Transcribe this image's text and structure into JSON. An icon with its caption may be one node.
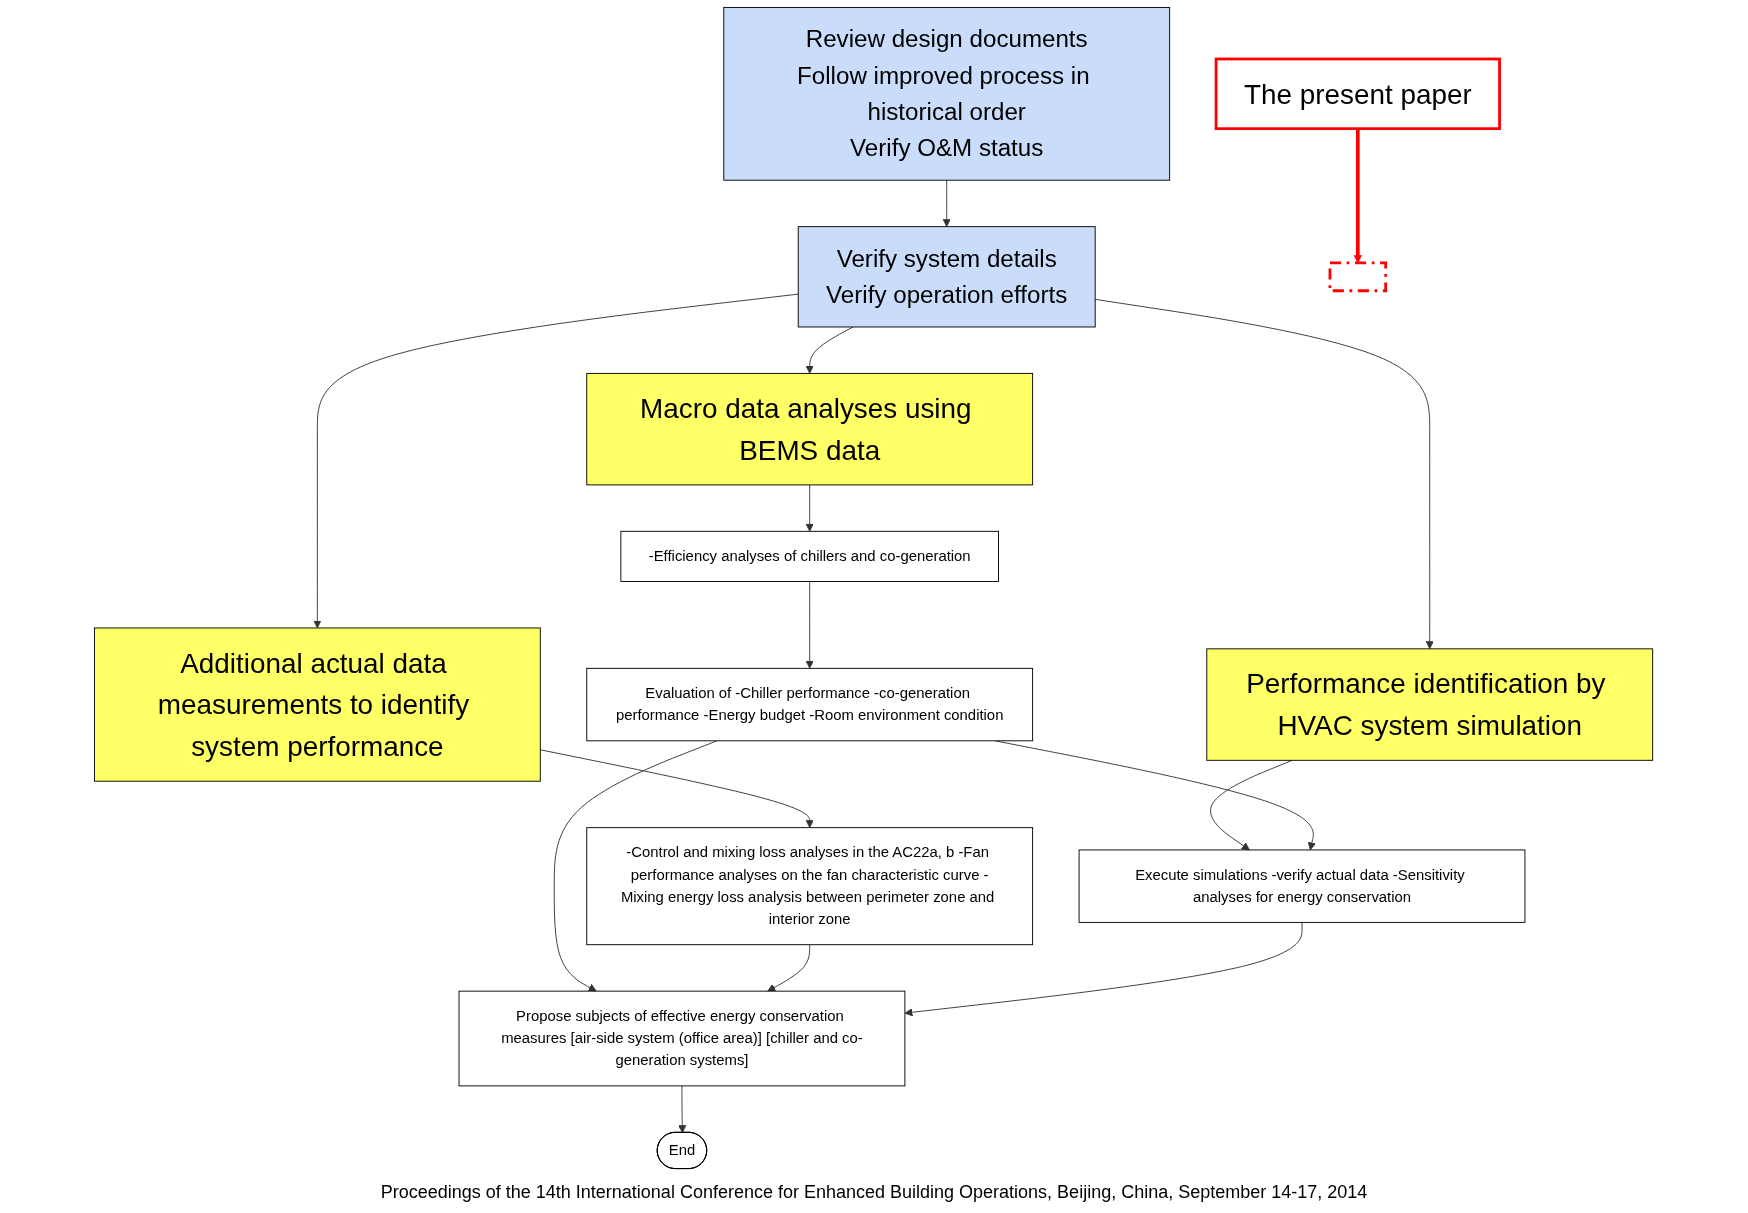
{
  "diagram": {
    "caption": "Proceedings of the 14th International Conference for Enhanced Building Operations, Beijing, China, September 14-17, 2014",
    "nodes": [
      {
        "text": [
          "Review design documents",
          "Follow improved process in historical order",
          "Verify O&M status"
        ]
      },
      {
        "text": [
          "Verify system details",
          "Verify operation efforts"
        ]
      },
      {
        "text": [
          "Macro data analyses using BEMS data"
        ]
      },
      {
        "text": [
          "Additional actual data measurements to identify system performance"
        ]
      },
      {
        "text": [
          "Performance identification by HVAC system simulation"
        ]
      },
      {
        "text": [
          "-Efficiency analyses of chillers and co-generation"
        ]
      },
      {
        "text": [
          "Evaluation of -Chiller performance -co-generation performance -Energy budget -Room environment condition"
        ]
      },
      {
        "text": [
          "-Control and mixing loss analyses in the AC22a, b -Fan performance analyses on the fan characteristic curve -Mixing energy loss analysis between perimeter zone and interior zone"
        ]
      },
      {
        "text": [
          "Execute simulations -verify actual data -Sensitivity analyses for energy conservation"
        ]
      },
      {
        "text": [
          "Propose subjects of effective energy conservation measures [air-side system (office area)] [chiller and co-generation systems]"
        ]
      },
      {
        "text": [
          "End"
        ]
      },
      {
        "text": [
          "The present paper"
        ]
      },
      {
        "text": [],
        "shape": "box"
      }
    ],
    "edges": [
      {
        "from": 0,
        "to": 1,
        "arrow": "to"
      },
      {
        "from": 1,
        "to": 2,
        "arrow": "to"
      },
      {
        "from": 1,
        "to": 3,
        "arrow": "to"
      },
      {
        "from": 1,
        "to": 4,
        "arrow": "to"
      },
      {
        "from": 2,
        "to": 5,
        "arrow": "to"
      },
      {
        "from": 5,
        "to": 6,
        "arrow": "to"
      },
      {
        "from": 3,
        "to": 7,
        "arrow": "to"
      },
      {
        "from": 4,
        "to": 8,
        "arrow": "to"
      },
      {
        "from": 6,
        "to": 8,
        "arrow": "to"
      },
      {
        "from": 6,
        "to": 9,
        "arrow": "to"
      },
      {
        "from": 7,
        "to": 9,
        "arrow": "to"
      },
      {
        "from": 8,
        "to": 9,
        "arrow": "to"
      },
      {
        "from": 9,
        "to": 10,
        "arrow": "to"
      },
      {
        "from": 11,
        "to": 12,
        "arrow": "to",
        "style": "thick",
        "color": "#ff0000"
      }
    ]
  }
}
